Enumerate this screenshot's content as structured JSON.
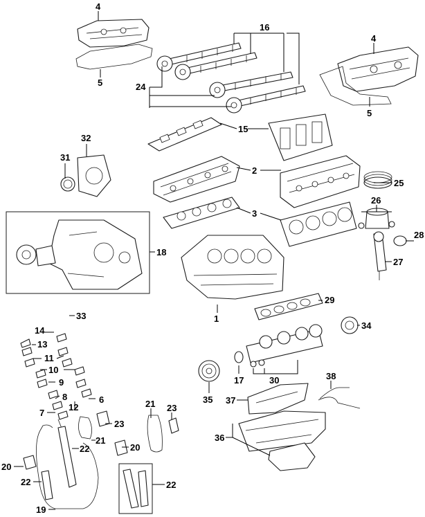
{
  "colors": {
    "line": "#1a1a1a",
    "background": "#ffffff"
  },
  "callouts": [
    "4",
    "5",
    "16",
    "4",
    "24",
    "5",
    "15",
    "32",
    "31",
    "2",
    "25",
    "3",
    "26",
    "18",
    "28",
    "27",
    "1",
    "29",
    "33",
    "14",
    "13",
    "34",
    "11",
    "10",
    "17",
    "30",
    "9",
    "8",
    "38",
    "6",
    "12",
    "35",
    "37",
    "21",
    "23",
    "7",
    "23",
    "36",
    "22",
    "21",
    "20",
    "20",
    "22",
    "22",
    "19"
  ]
}
